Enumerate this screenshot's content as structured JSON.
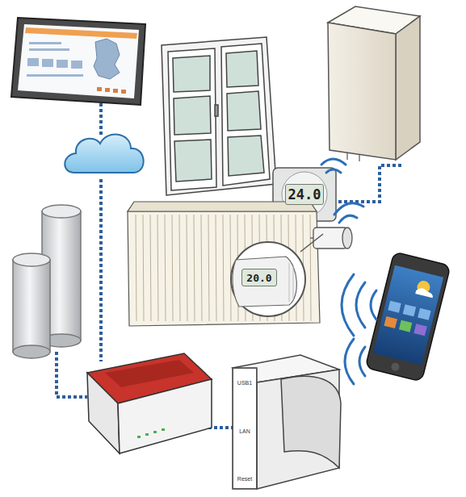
{
  "diagram": {
    "nodes": [
      {
        "text": [
          "24.0"
        ]
      },
      {
        "text": [
          "20.0"
        ]
      },
      {
        "text": [
          "USB1",
          "LAN",
          "Reset"
        ]
      }
    ]
  }
}
